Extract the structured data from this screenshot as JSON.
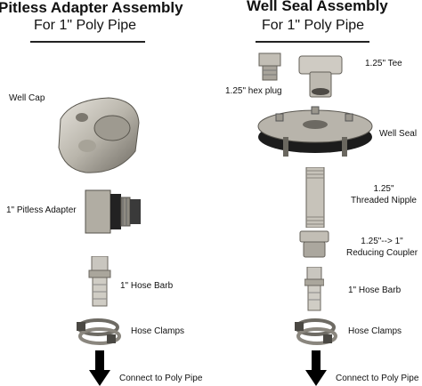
{
  "left": {
    "title": "Pitless Adapter Assembly",
    "subtitle": "For 1\" Poly Pipe",
    "labels": {
      "well_cap": "Well Cap",
      "pitless_adapter": "1\" Pitless Adapter",
      "hose_barb": "1\" Hose Barb",
      "hose_clamps": "Hose Clamps",
      "connect": "Connect to Poly Pipe"
    }
  },
  "right": {
    "title": "Well Seal Assembly",
    "subtitle": "For 1\" Poly Pipe",
    "labels": {
      "tee": "1.25\" Tee",
      "hex_plug": "1.25\" hex plug",
      "well_seal": "Well Seal",
      "nipple_line1": "1.25\"",
      "nipple_line2": "Threaded Nipple",
      "coupler_line1": "1.25\"--> 1\"",
      "coupler_line2": "Reducing Coupler",
      "hose_barb": "1\" Hose Barb",
      "hose_clamps": "Hose Clamps",
      "connect": "Connect to Poly Pipe"
    }
  }
}
